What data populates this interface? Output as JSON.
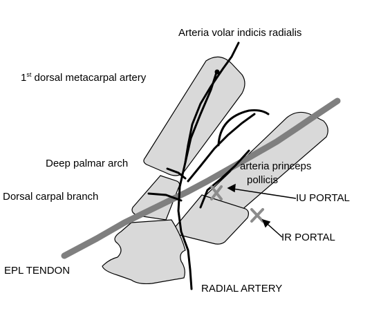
{
  "labels": {
    "arteria_volar": "Arteria volar indicis radialis",
    "dorsal_metacarpal_sup": "st",
    "dorsal_metacarpal_text": " dorsal metacarpal artery",
    "dorsal_metacarpal_num": "1",
    "deep_palmar_arch": "Deep palmar arch",
    "princeps_line1": "arteria princeps",
    "princeps_line2": "pollicis",
    "dorsal_carpal_branch": "Dorsal carpal branch",
    "iu_portal": "IU PORTAL",
    "ir_portal": "IR PORTAL",
    "epl_tendon": "EPL TENDON",
    "radial_artery": "RADIAL ARTERY"
  },
  "colors": {
    "bone_fill": "#d9d9d9",
    "bone_stroke": "#000000",
    "tendon": "#7f7f7f",
    "artery": "#000000",
    "portal_mark": "#8c8c8c"
  }
}
